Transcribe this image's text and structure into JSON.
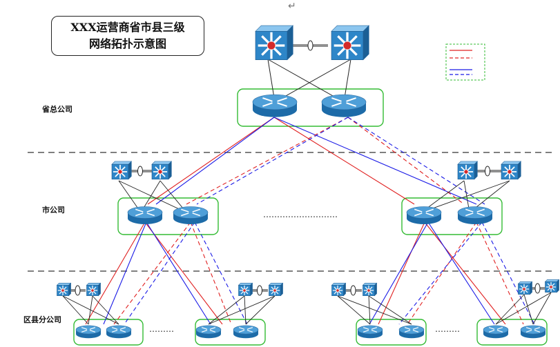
{
  "title": {
    "line1": "XXX运营商省市县三级",
    "line2": "网络拓扑示意图"
  },
  "return_mark": "↵",
  "levels": {
    "province": "省总公司",
    "city": "市公司",
    "county": "区县分公司"
  },
  "ellipsis_city": "………………………",
  "ellipsis_county_left": "………",
  "ellipsis_county_right": "………",
  "colors": {
    "link_red": "#e02020",
    "link_blue": "#1a1ae6",
    "group_border": "#33bb33",
    "divider": "#555555",
    "router_top": "#4f9fd8",
    "router_body": "#1d6ba8",
    "switch_body": "#2e86c8",
    "switch_center": "#d42a2a"
  },
  "legend": {
    "entries": [
      {
        "color": "red",
        "style": "solid"
      },
      {
        "color": "red",
        "style": "dashed"
      },
      {
        "color": "blue",
        "style": "solid"
      },
      {
        "color": "blue",
        "style": "dashed"
      }
    ]
  },
  "icons": [
    "router-icon",
    "switch-icon",
    "link-connector-icon"
  ]
}
